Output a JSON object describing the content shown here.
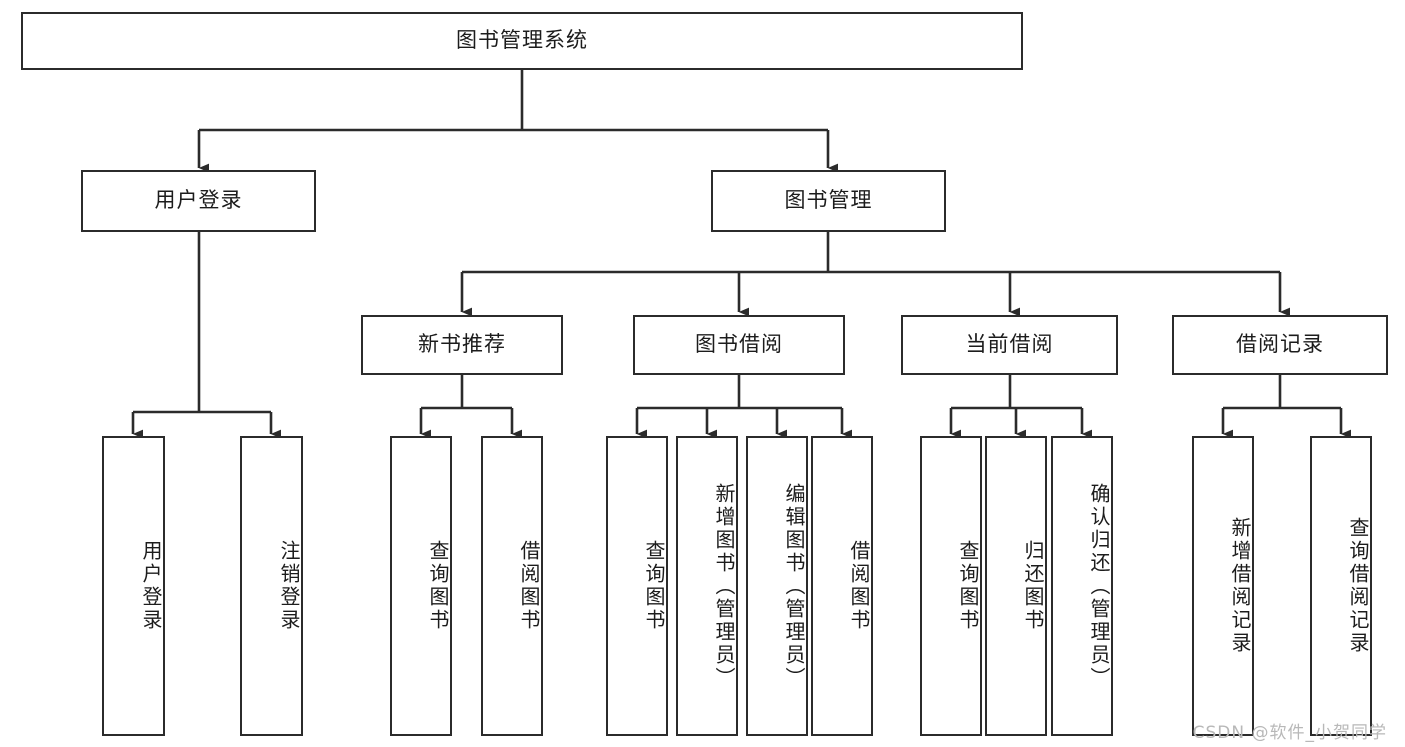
{
  "diagram": {
    "title": "图书管理系统",
    "type": "hierarchy-tree",
    "orientation": "top-down",
    "stroke_color": "#2b2b2b",
    "fill_color": "#ffffff",
    "text_color": "#1c1c1c",
    "levels": 4
  },
  "root": {
    "label": "图书管理系统"
  },
  "level2": [
    {
      "label": "用户登录"
    },
    {
      "label": "图书管理"
    }
  ],
  "level3": [
    {
      "label": "新书推荐"
    },
    {
      "label": "图书借阅"
    },
    {
      "label": "当前借阅"
    },
    {
      "label": "借阅记录"
    }
  ],
  "leaves": {
    "user_login": [
      {
        "label": "用户登录"
      },
      {
        "label": "注销登录"
      }
    ],
    "new_book": [
      {
        "label": "查询图书"
      },
      {
        "label": "借阅图书"
      }
    ],
    "book_borrow": [
      {
        "label": "查询图书"
      },
      {
        "label": "新增图书（管理员）"
      },
      {
        "label": "编辑图书（管理员）"
      },
      {
        "label": "借阅图书"
      }
    ],
    "current_borrow": [
      {
        "label": "查询图书"
      },
      {
        "label": "归还图书"
      },
      {
        "label": "确认归还（管理员）"
      }
    ],
    "borrow_record": [
      {
        "label": "新增借阅记录"
      },
      {
        "label": "查询借阅记录"
      }
    ]
  },
  "watermark": {
    "text": "CSDN @软件_小贺同学"
  }
}
